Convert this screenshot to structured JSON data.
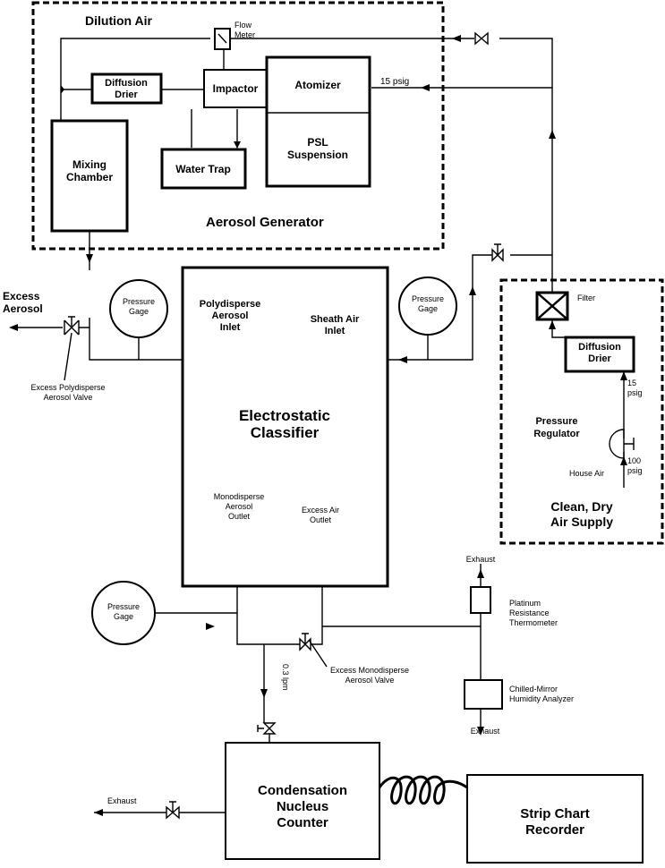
{
  "groups": {
    "aerosol_generator": "Aerosol  Generator",
    "clean_air_1": "Clean,  Dry",
    "clean_air_2": "Air Supply"
  },
  "components": {
    "dilution_air": "Dilution Air",
    "flow_meter_1": "Flow",
    "flow_meter_2": "Meter",
    "diffusion_drier_1": "Diffusion",
    "diffusion_drier_2": "Drier",
    "impactor": "Impactor",
    "atomizer": "Atomizer",
    "psl_1": "PSL",
    "psl_2": "Suspension",
    "water_trap": "Water Trap",
    "mixing_1": "Mixing",
    "mixing_2": "Chamber",
    "psig15_top": "15 psig",
    "excess_aerosol_1": "Excess",
    "excess_aerosol_2": "Aerosol",
    "pressure_1": "Pressure",
    "pressure_2": "Gage",
    "poly_1": "Polydisperse",
    "poly_2": "Aerosol",
    "poly_3": "Inlet",
    "sheath_1": "Sheath Air",
    "sheath_2": "Inlet",
    "excess_poly_valve_1": "Excess Polydisperse",
    "excess_poly_valve_2": "Aerosol Valve",
    "classifier_1": "Electrostatic",
    "classifier_2": "Classifier",
    "mono_outlet_1": "Monodisperse",
    "mono_outlet_2": "Aerosol",
    "mono_outlet_3": "Outlet",
    "excess_air_1": "Excess Air",
    "excess_air_2": "Outlet",
    "filter": "Filter",
    "supply_drier_1": "Diffusion",
    "supply_drier_2": "Drier",
    "psig15_a": "15",
    "psig15_b": "psig",
    "regulator_1": "Pressure",
    "regulator_2": "Regulator",
    "psig100_a": "100",
    "psig100_b": "psig",
    "house_air": "House Air",
    "exhaust": "Exhaust",
    "thermometer_1": "Platinum",
    "thermometer_2": "Resistance",
    "thermometer_3": "Thermometer",
    "chilled_1": "Chilled-Mirror",
    "chilled_2": "Humidity Analyzer",
    "excess_mono_1": "Excess Monodisperse",
    "excess_mono_2": "Aerosol Valve",
    "flow_rate": "0.3 lpm",
    "cnc_1": "Condensation",
    "cnc_2": "Nucleus",
    "cnc_3": "Counter",
    "recorder_1": "Strip Chart",
    "recorder_2": "Recorder"
  }
}
